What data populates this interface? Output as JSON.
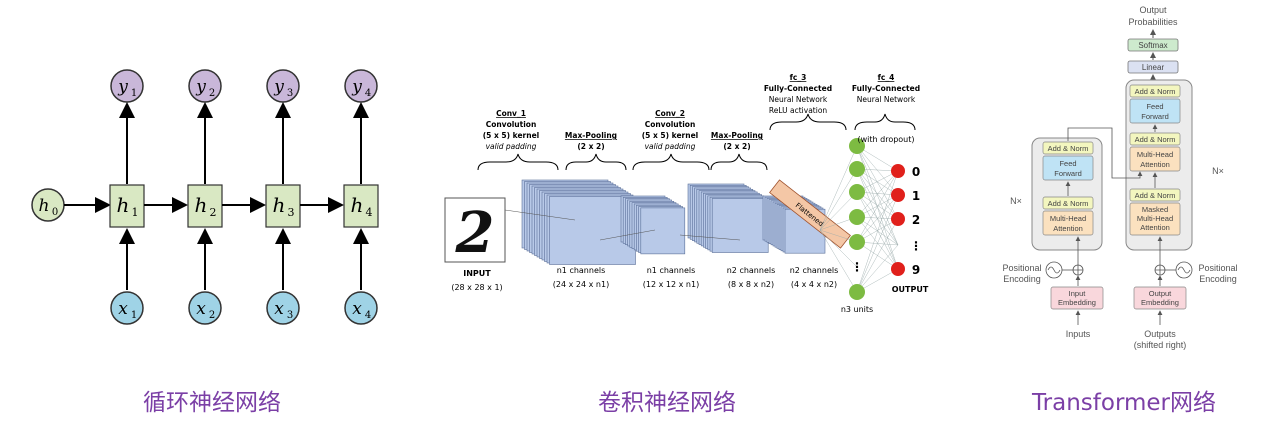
{
  "captions": {
    "rnn": "循环神经网络",
    "cnn": "卷积神经网络",
    "transformer": "Transformer网络"
  },
  "rnn": {
    "initial_state": "h",
    "initial_state_sub": "0",
    "steps": [
      {
        "h": "h",
        "h_sub": "1",
        "x": "x",
        "x_sub": "1",
        "y": "y",
        "y_sub": "1"
      },
      {
        "h": "h",
        "h_sub": "2",
        "x": "x",
        "x_sub": "2",
        "y": "y",
        "y_sub": "2"
      },
      {
        "h": "h",
        "h_sub": "3",
        "x": "x",
        "x_sub": "3",
        "y": "y",
        "y_sub": "3"
      },
      {
        "h": "h",
        "h_sub": "4",
        "x": "x",
        "x_sub": "4",
        "y": "y",
        "y_sub": "4"
      }
    ],
    "colors": {
      "hidden": "#d9e8c3",
      "input": "#9fd3e6",
      "output": "#c9b7d9",
      "h0": "#d9e8c3"
    }
  },
  "cnn": {
    "layers": [
      {
        "title": "Conv_1",
        "lines": [
          "Convolution",
          "(5 x 5) kernel",
          "valid padding"
        ]
      },
      {
        "title": "Max-Pooling",
        "lines": [
          "(2 x 2)"
        ]
      },
      {
        "title": "Conv_2",
        "lines": [
          "Convolution",
          "(5 x 5) kernel",
          "valid padding"
        ]
      },
      {
        "title": "Max-Pooling",
        "lines": [
          "(2 x 2)"
        ]
      },
      {
        "title": "fc_3",
        "lines": [
          "Fully-Connected",
          "Neural Network",
          "ReLU activation"
        ]
      },
      {
        "title": "fc_4",
        "lines": [
          "Fully-Connected",
          "Neural Network"
        ]
      }
    ],
    "input_label": "INPUT",
    "input_size": "(28 x 28 x 1)",
    "input_digit": "2",
    "stages": [
      {
        "label": "n1 channels",
        "size": "(24 x 24 x n1)"
      },
      {
        "label": "n1 channels",
        "size": "(12 x 12 x n1)"
      },
      {
        "label": "n2 channels",
        "size": "(8 x 8 x n2)"
      },
      {
        "label": "n2 channels",
        "size": "(4 x 4 x n2)"
      }
    ],
    "flatten_label": "Flattened",
    "dropout_note": "(with dropout)",
    "hidden_units_label": "n3 units",
    "output_label": "OUTPUT",
    "outputs": [
      "0",
      "1",
      "2",
      "⋮",
      "9"
    ],
    "colors": {
      "node": "#7dbb42",
      "output_node": "#e0201b",
      "feature": "#b8c9e8",
      "flatten": "#f4c7a6"
    }
  },
  "transformer": {
    "output_probabilities": [
      "Output",
      "Probabilities"
    ],
    "softmax": "Softmax",
    "linear": "Linear",
    "add_norm": "Add & Norm",
    "feed_forward": [
      "Feed",
      "Forward"
    ],
    "multi_head": [
      "Multi-Head",
      "Attention"
    ],
    "masked_multi_head": [
      "Masked",
      "Multi-Head",
      "Attention"
    ],
    "nx": "N×",
    "positional_encoding": [
      "Positional",
      "Encoding"
    ],
    "input_embedding": [
      "Input",
      "Embedding"
    ],
    "output_embedding": [
      "Output",
      "Embedding"
    ],
    "inputs": "Inputs",
    "outputs": [
      "Outputs",
      "(shifted right)"
    ],
    "colors": {
      "add_norm": "#f3f6bf",
      "feed_forward": "#bfe3f5",
      "attention": "#fbe1bf",
      "embedding": "#f9d7dc",
      "linear": "#dbe1f2",
      "softmax": "#cdeacd",
      "block": "#ececec"
    }
  }
}
